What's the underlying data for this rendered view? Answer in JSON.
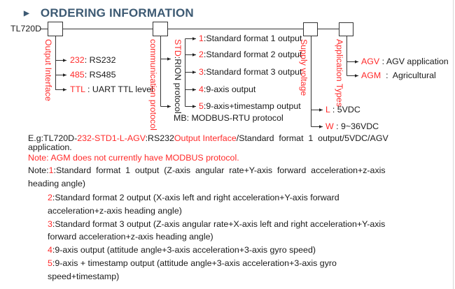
{
  "header": {
    "bullet": "▶",
    "title": "ORDERING INFORMATION"
  },
  "diagram": {
    "model": "TL720D",
    "groups": [
      {
        "label": "Output Interface",
        "options": [
          {
            "code": "232",
            "sep": ": ",
            "desc": "RS232"
          },
          {
            "code": "485",
            "sep": ": ",
            "desc": "RS485"
          },
          {
            "code": "TTL",
            "sep": " : ",
            "desc": "UART TTL level"
          }
        ]
      },
      {
        "label": "communication protocol",
        "sublabel_code": "STD",
        "sublabel_rest": ":RION protocol",
        "std_options": [
          {
            "code": "1",
            "desc": ":Standard format 1 output"
          },
          {
            "code": "2",
            "desc": ":Standard format 2 output"
          },
          {
            "code": "3",
            "desc": ":Standard format 3 output"
          },
          {
            "code": "4",
            "desc": ":9-axis output"
          },
          {
            "code": "5",
            "desc": ":9-axis+timestamp output"
          }
        ],
        "mb_option": "MB:  MODBUS-RTU protocol"
      },
      {
        "label": "Supply voltage",
        "options": [
          {
            "code": "L",
            "sep": " : ",
            "desc": "5VDC"
          },
          {
            "code": "W",
            "sep": " : ",
            "desc": "9~36VDC"
          }
        ]
      },
      {
        "label": "Application Types",
        "options": [
          {
            "code": "AGV",
            "sep": " : ",
            "desc": "AGV application"
          },
          {
            "code": "AGM",
            "sep": "  :  ",
            "desc": "Agricultural"
          }
        ]
      }
    ]
  },
  "example": {
    "prefix": "E.g:TL720D-",
    "code": "232-STD1-L-AGV",
    "mid": ":RS232",
    "interface_label": "Output Interface",
    "suffix_line1": "/Standard  format  1  output/5VDC/AGV",
    "suffix_line2": "application."
  },
  "note_agm": "Note: AGM does not currently have MODBUS protocol.",
  "notes": {
    "prefix": "Note:",
    "items": [
      {
        "num": "1",
        "line1": ":Standard  format  1  output  (Z-axis  angular  rate+Y-axis  forward  acceleration+z-axis",
        "line2": "heading angle)"
      },
      {
        "num": "2",
        "line1": ":Standard format 2 output (X-axis left and right acceleration+Y-axis forward",
        "line2": "acceleration+z-axis heading angle)"
      },
      {
        "num": "3",
        "line1": ":Standard format 3 output (Z-axis angular rate+X-axis left and right acceleration+Y-axis",
        "line2": "forward acceleration+z-axis heading angle)"
      },
      {
        "num": "4",
        "line1": ":9-axis output (attitude angle+3-axis acceleration+3-axis gyro speed)",
        "line2": ""
      },
      {
        "num": "5",
        "line1": ":9-axis + timestamp output (attitude angle+3-axis acceleration+3-axis gyro",
        "line2": "speed+timestamp)"
      }
    ]
  },
  "colors": {
    "accent_red": "#ff2a2a",
    "header_blue": "#3d5a73",
    "line": "#333333"
  }
}
